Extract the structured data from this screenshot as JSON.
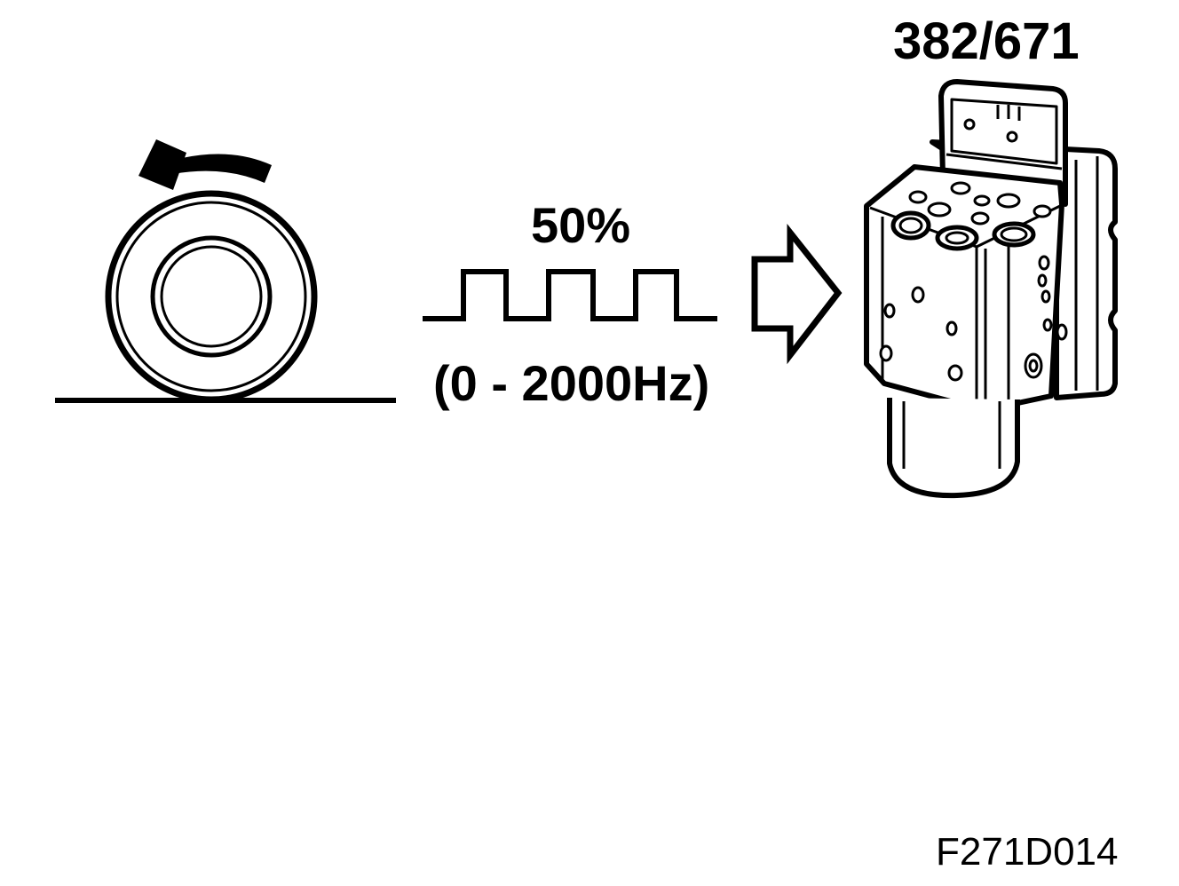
{
  "diagram": {
    "module_part_number": "382/671",
    "signal_duty_cycle": "50%",
    "signal_frequency_range": "(0 - 2000Hz)",
    "figure_code": "F271D014"
  },
  "icons": {
    "wheel": "rotating-wheel-icon",
    "rotation": "counterclockwise-arrow-icon",
    "signal": "square-wave-icon",
    "flow": "outline-arrow-right-icon",
    "module": "abs-control-module-icon"
  },
  "colors": {
    "line": "#000000",
    "background": "#ffffff"
  }
}
